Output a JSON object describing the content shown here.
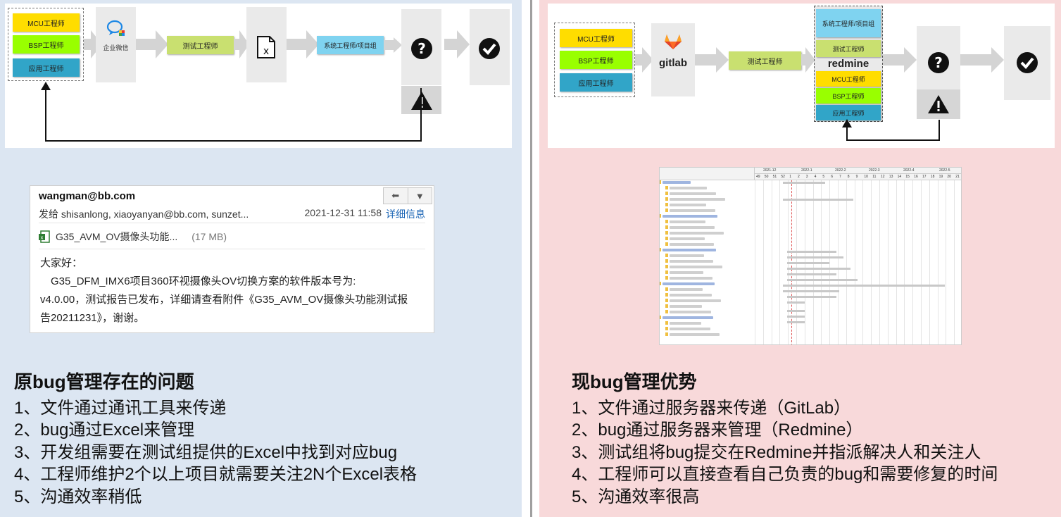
{
  "left": {
    "flow": {
      "roles": [
        "MCU工程师",
        "BSP工程师",
        "应用工程师"
      ],
      "wecom_label": "企业微信",
      "tester_label": "测试工程师",
      "sysengineer_label": "系统工程师/项目组"
    },
    "email": {
      "from": "wangman@bb.com",
      "to": "发给 shisanlong, xiaoyanyan@bb.com, sunzet...",
      "date": "2021-12-31 11:58",
      "detail_link": "详细信息",
      "attachment_name": "G35_AVM_OV摄像头功能...",
      "attachment_size": "(17 MB)",
      "body_lines": [
        "大家好：",
        "　G35_DFM_IMX6项目360环视摄像头OV切换方案的软件版本号为:",
        "v4.0.00，测试报告已发布，详细请查看附件《G35_AVM_OV摄像头功能测试报",
        "告20211231》，谢谢。"
      ]
    },
    "title": "原bug管理存在的问题",
    "points": [
      "1、文件通过通讯工具来传递",
      "2、bug通过Excel来管理",
      "3、开发组需要在测试组提供的Excel中找到对应bug",
      "4、工程师维护2个以上项目就需要关注2N个Excel表格",
      "5、沟通效率稍低"
    ]
  },
  "right": {
    "flow": {
      "roles": [
        "MCU工程师",
        "BSP工程师",
        "应用工程师"
      ],
      "gitlab_label": "gitlab",
      "tester_label": "测试工程师",
      "sysengineer_label": "系统工程师/项目组",
      "redmine_label": "redmine",
      "redmine_roles": [
        "测试工程师",
        "MCU工程师",
        "BSP工程师",
        "应用工程师"
      ]
    },
    "gantt": {
      "periods": [
        "2021-12",
        "2022-1",
        "2022-2",
        "2022-3",
        "2022-4",
        "2022-5"
      ],
      "weeks": [
        "49",
        "50",
        "51",
        "52",
        "1",
        "2",
        "3",
        "4",
        "5",
        "6",
        "7",
        "8",
        "9",
        "10",
        "11",
        "12",
        "13",
        "14",
        "15",
        "16",
        "17",
        "18",
        "19",
        "20",
        "21"
      ]
    },
    "title": "现bug管理优势",
    "points": [
      "1、文件通过服务器来传递（GitLab）",
      "2、bug通过服务器来管理（Redmine）",
      "3、测试组将bug提交在Redmine并指派解决人和关注人",
      "4、工程师可以直接查看自己负责的bug和需要修复的时间",
      "5、沟通效率很高"
    ]
  },
  "colors": {
    "left_bg": "#dce6f2",
    "right_bg": "#f8d9da",
    "mcu": "#ffdd00",
    "bsp": "#99ff00",
    "app": "#31a5c8",
    "tester": "#c9e070",
    "syseng": "#7fd3f0"
  }
}
